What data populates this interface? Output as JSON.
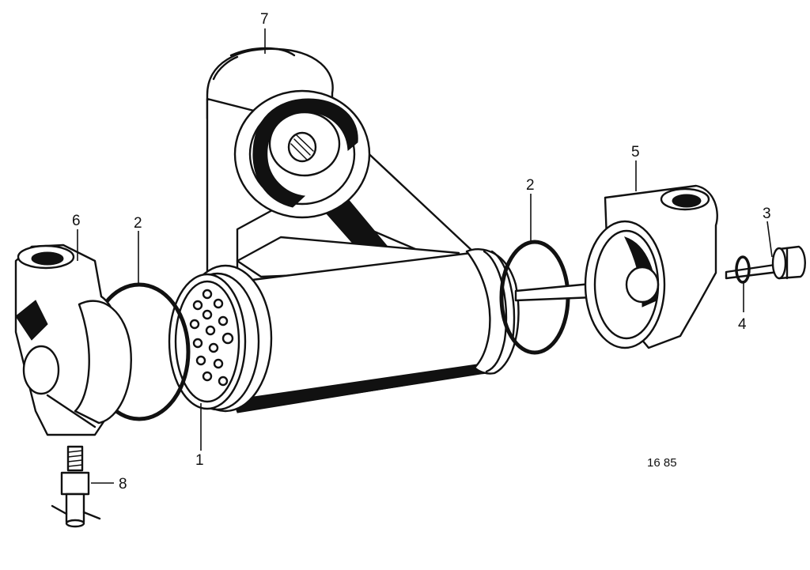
{
  "callouts": {
    "c1": "1",
    "c2a": "2",
    "c2b": "2",
    "c3": "3",
    "c4": "4",
    "c5": "5",
    "c6": "6",
    "c7": "7",
    "c8": "8"
  },
  "figure_number": "16 85"
}
